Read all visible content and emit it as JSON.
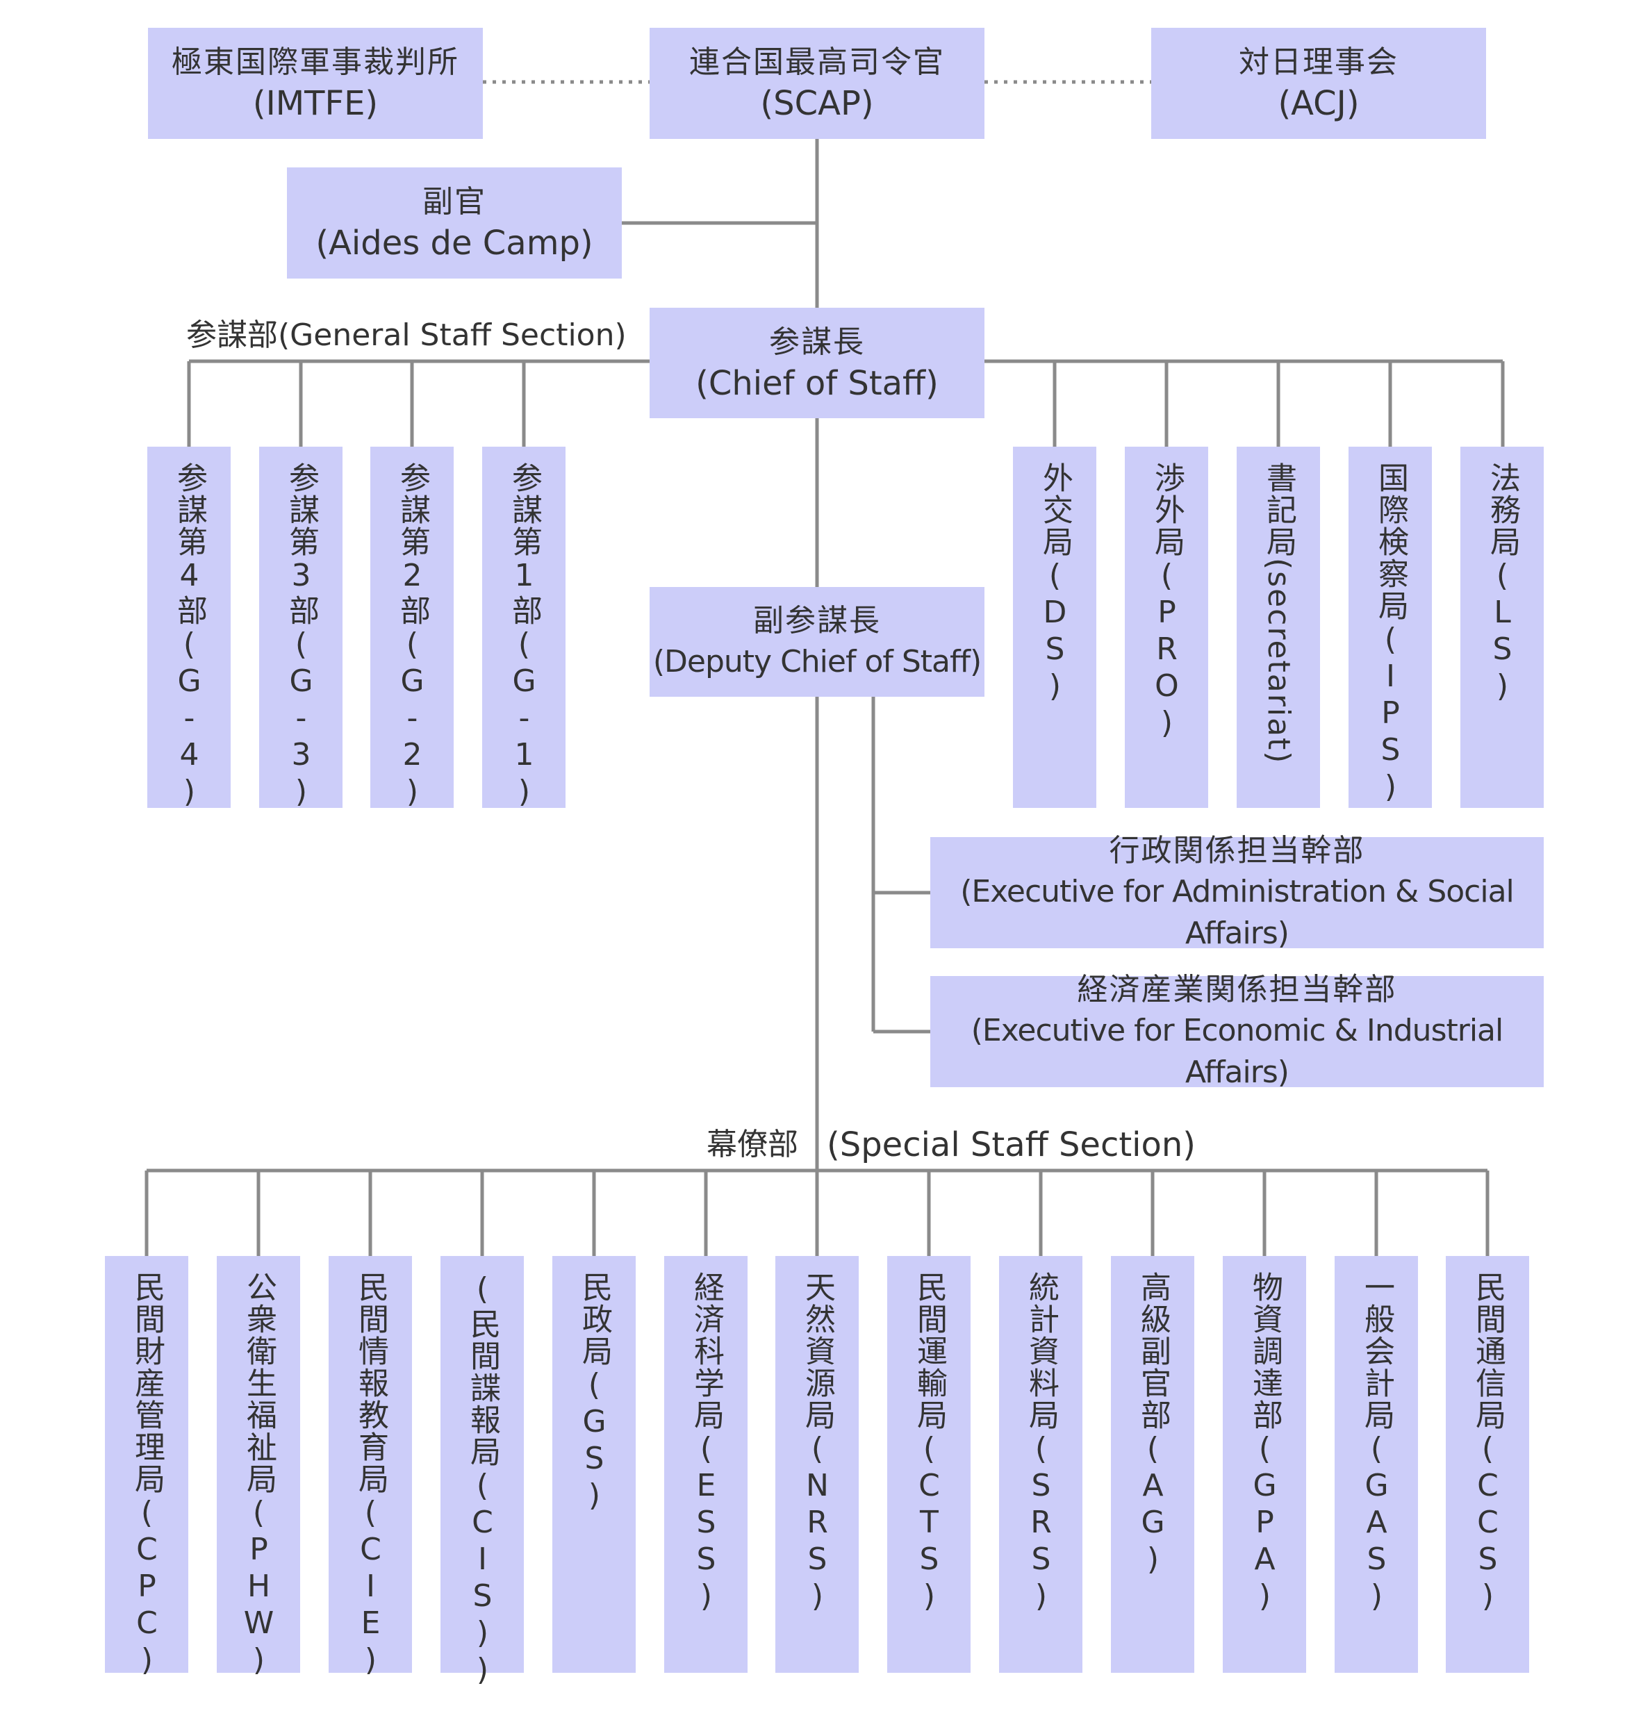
{
  "colors": {
    "box_fill": "#cccdf9",
    "line": "#8a8a8a",
    "text": "#333333"
  },
  "top": {
    "imtfe": {
      "jp": "極東国際軍事裁判所",
      "en": "(IMTFE)"
    },
    "scap": {
      "jp": "連合国最高司令官",
      "en": "(SCAP)"
    },
    "acj": {
      "jp": "対日理事会",
      "en": "(ACJ)"
    }
  },
  "aides": {
    "jp": "副官",
    "en": "(Aides de Camp)"
  },
  "chief": {
    "jp": "参謀長",
    "en": "(Chief of Staff)"
  },
  "deputy": {
    "jp": "副参謀長",
    "en": "(Deputy Chief of Staff)"
  },
  "general_staff_label": "参謀部(General Staff Section)",
  "general_staff": [
    {
      "text": "参謀第4部(G-4)"
    },
    {
      "text": "参謀第3部(G-3)"
    },
    {
      "text": "参謀第2部(G-2)"
    },
    {
      "text": "参謀第1部(G-1)"
    }
  ],
  "right_sections": [
    {
      "text": "外交局(DS)"
    },
    {
      "text": "渉外局(PRO)"
    },
    {
      "text": "書記局(secretariat)"
    },
    {
      "text": "国際検察局(IPS)"
    },
    {
      "text": "法務局(LS)"
    }
  ],
  "executives": [
    {
      "jp": "行政関係担当幹部",
      "en": "(Executive for Administration & Social Affairs)"
    },
    {
      "jp": "経済産業関係担当幹部",
      "en": "(Executive for Economic & Industrial Affairs)"
    }
  ],
  "special_staff_label_jp": "幕僚部",
  "special_staff_label_en": "(Special Staff Section)",
  "special_staff": [
    {
      "text": "民間財産管理局(CPC)"
    },
    {
      "text": "公衆衛生福祉局(PHW)"
    },
    {
      "text": "民間情報教育局(CIE)"
    },
    {
      "text": "(民間諜報局(CIS))"
    },
    {
      "text": "民政局(GS)"
    },
    {
      "text": "経済科学局(ESS)"
    },
    {
      "text": "天然資源局(NRS)"
    },
    {
      "text": "民間運輸局(CTS)"
    },
    {
      "text": "統計資料局(SRS)"
    },
    {
      "text": "高級副官部(AG)"
    },
    {
      "text": "物資調達部(GPA)"
    },
    {
      "text": "一般会計局(GAS)"
    },
    {
      "text": "民間通信局(CCS)"
    }
  ]
}
